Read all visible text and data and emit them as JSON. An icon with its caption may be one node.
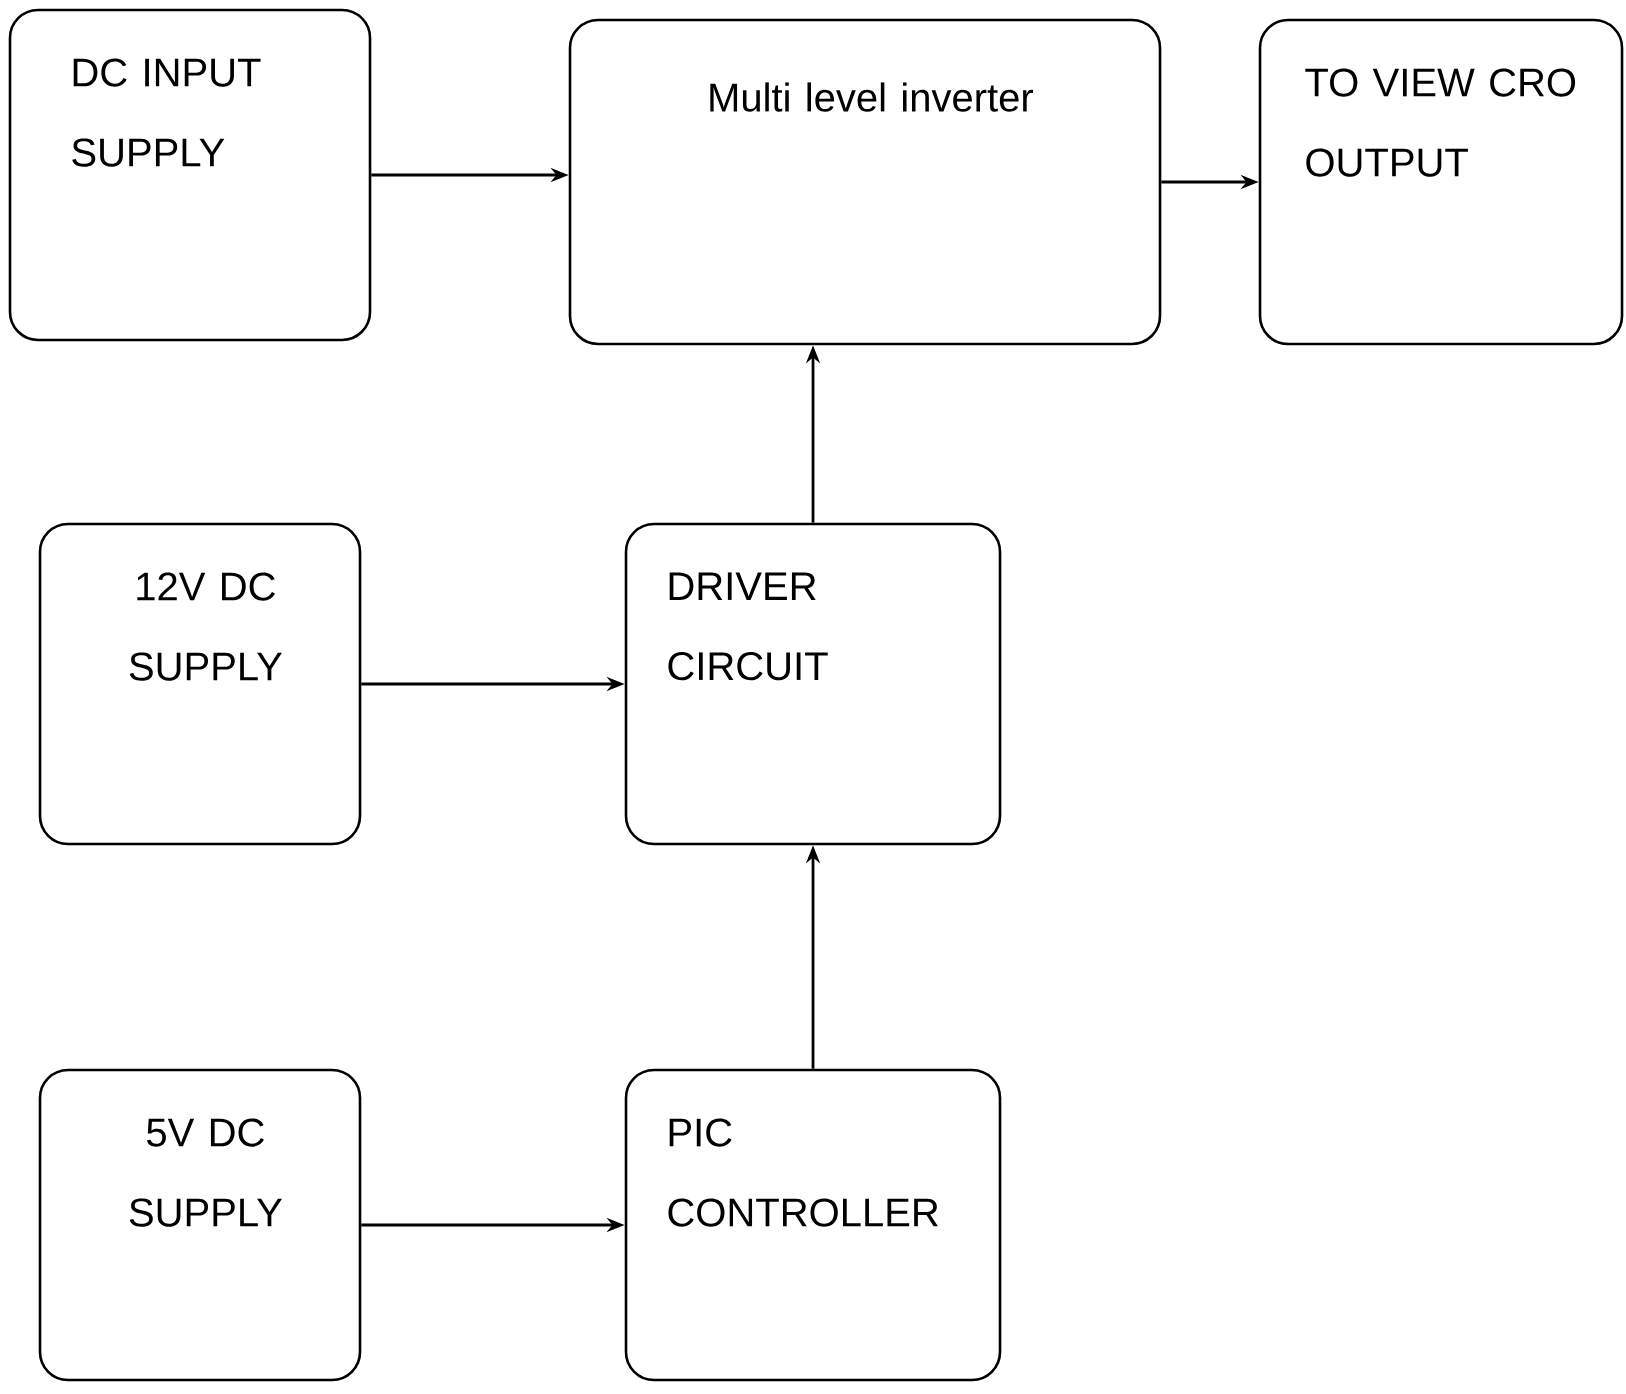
{
  "diagram": {
    "nodes": [
      {
        "text": [
          "DC INPUT SUPPLY"
        ]
      },
      {
        "text": [
          "Multi level inverter"
        ]
      },
      {
        "text": [
          "TO VIEW CRO OUTPUT"
        ]
      },
      {
        "text": [
          "12V DC SUPPLY"
        ]
      },
      {
        "text": [
          "DRIVER CIRCUIT"
        ]
      },
      {
        "text": [
          "5V DC SUPPLY"
        ]
      },
      {
        "text": [
          "PIC CONTROLLER"
        ]
      }
    ],
    "edges": [
      {
        "from": 0,
        "to": 1,
        "arrow": "to"
      },
      {
        "from": 1,
        "to": 2,
        "arrow": "to"
      },
      {
        "from": 3,
        "to": 4,
        "arrow": "to"
      },
      {
        "from": 4,
        "to": 1,
        "arrow": "to"
      },
      {
        "from": 5,
        "to": 6,
        "arrow": "to"
      },
      {
        "from": 6,
        "to": 4,
        "arrow": "to"
      }
    ]
  }
}
